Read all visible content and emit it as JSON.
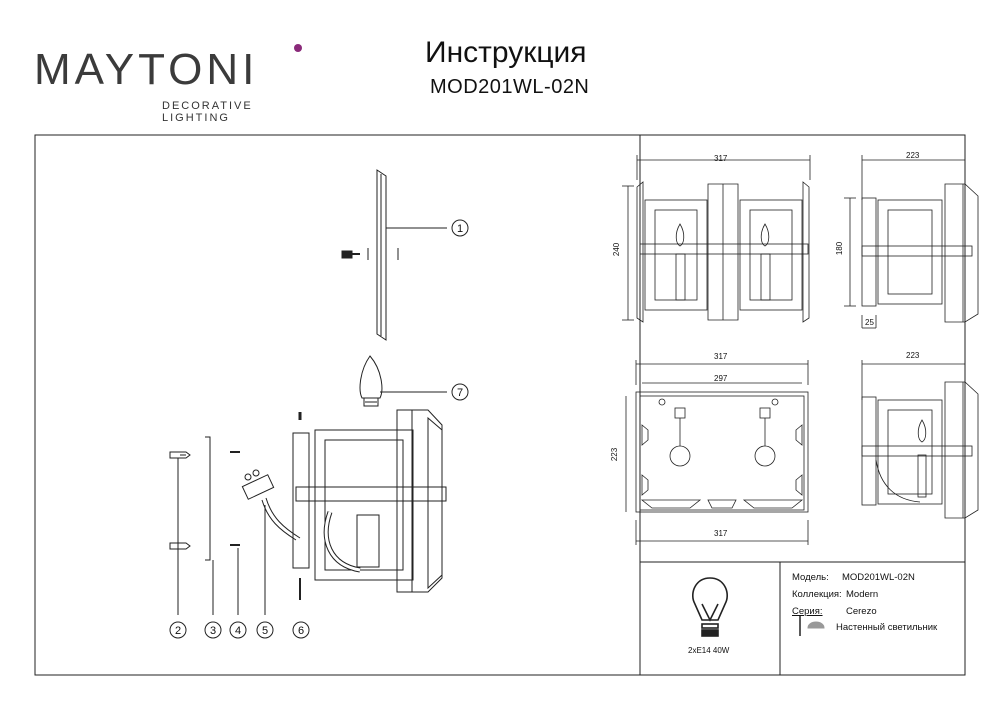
{
  "brand": {
    "name": "MAYTONI",
    "tagline": "DECORATIVE LIGHTING",
    "accent": "#8a2a7a"
  },
  "header": {
    "title": "Инструкция",
    "model": "MOD201WL-02N"
  },
  "parts": [
    "1",
    "2",
    "3",
    "4",
    "5",
    "6",
    "7"
  ],
  "dimensions": {
    "front_width": "317",
    "front_height": "240",
    "side_depth": "223",
    "side_height": "180",
    "side_offset": "25",
    "top_width": "317",
    "top_inner": "297",
    "top_depth": "223",
    "top_bottom": "317",
    "bottom_side_depth": "223"
  },
  "info": {
    "model_label": "Модель:",
    "model_value": "MOD201WL-02N",
    "collection_label": "Коллекция:",
    "collection_value": "Modern",
    "series_label": "Серия:",
    "series_value": "Cerezo",
    "type_value": "Настенный светильник",
    "lamp_spec": "2xE14 40W"
  }
}
